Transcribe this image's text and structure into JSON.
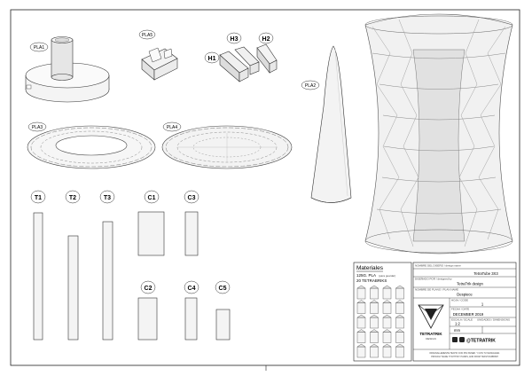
{
  "parts": {
    "pla1": "PLA1",
    "pla5": "PLA5",
    "h1": "H1",
    "h2": "H2",
    "h3": "H3",
    "pla2": "PLA2",
    "pla3": "PLA3",
    "pla4": "PLA4",
    "t1": "T1",
    "t2": "T2",
    "t3": "T3",
    "c1": "C1",
    "c2": "C2",
    "c3": "C3",
    "c4": "C4",
    "c5": "C5"
  },
  "materials": {
    "title": "Materiales",
    "line1": "125G. PLA",
    "line1_note": "(para guardar)",
    "line2": "20 TETRABRIKS"
  },
  "title_block": {
    "designer_label": "NOMBRE DEL DISEÑO / design name",
    "designer_value": "TetraTube 3X3",
    "designed_by_label": "DISEÑADO POR / designed by",
    "designed_by_value": "TetraTrik design",
    "plan_label": "NOMBRE DE PLANO / PLAN NAME",
    "plan_value": "Despiece",
    "sheet_label": "HOJA / CODE",
    "sheet_value": "1",
    "date_label": "FECHA / DATE",
    "date_value": "DECEMBER 2019",
    "scale_label": "ESCALA / SCALE",
    "scale_value": "1:2",
    "units_label": "UNIDADES / DIMENSIONS",
    "units_value": "mm",
    "brand": "TETRATRIK",
    "brand_sub": "DESIGN",
    "social": "@TETRATRIK",
    "footer_1": "ORIGINALLEMENTE HECHO CON POLTAINER. Y CON TU MANGUERA.",
    "footer_2": "PROUDLY MADE IT WITH MY HANDS, AND FROM TRASH RUBBISH"
  }
}
